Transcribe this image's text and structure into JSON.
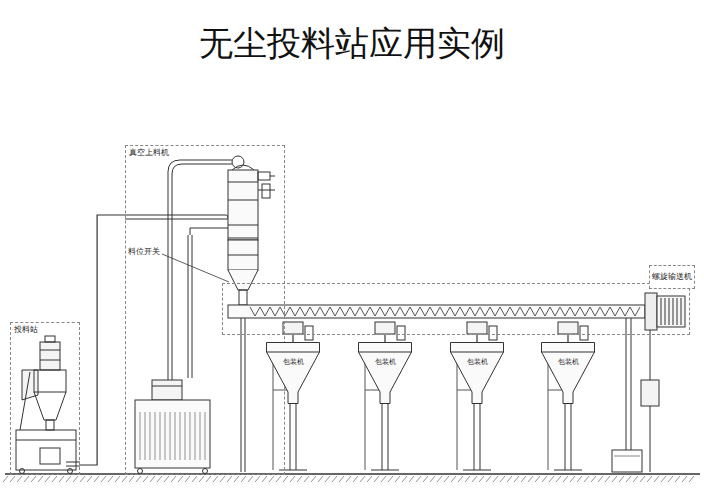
{
  "diagram": {
    "title": "无尘投料站应用实例",
    "nodes": [
      {
        "text": [
          "投料站"
        ]
      },
      {
        "text": [
          "真空上料机"
        ]
      },
      {
        "text": [
          "螺旋输送机"
        ]
      },
      {
        "text": [
          "包装机"
        ]
      },
      {
        "text": [
          "包装机"
        ]
      },
      {
        "text": [
          "包装机"
        ]
      },
      {
        "text": [
          "包装机"
        ]
      }
    ],
    "edges": [
      {
        "from": 0,
        "to": 1,
        "arrow": "none"
      },
      {
        "from": 2,
        "to": 3,
        "arrow": "none"
      },
      {
        "from": 2,
        "to": 4,
        "arrow": "none"
      },
      {
        "from": 2,
        "to": 5,
        "arrow": "none"
      },
      {
        "from": 2,
        "to": 6,
        "arrow": "none"
      }
    ],
    "labels": [
      "料位开关"
    ]
  }
}
